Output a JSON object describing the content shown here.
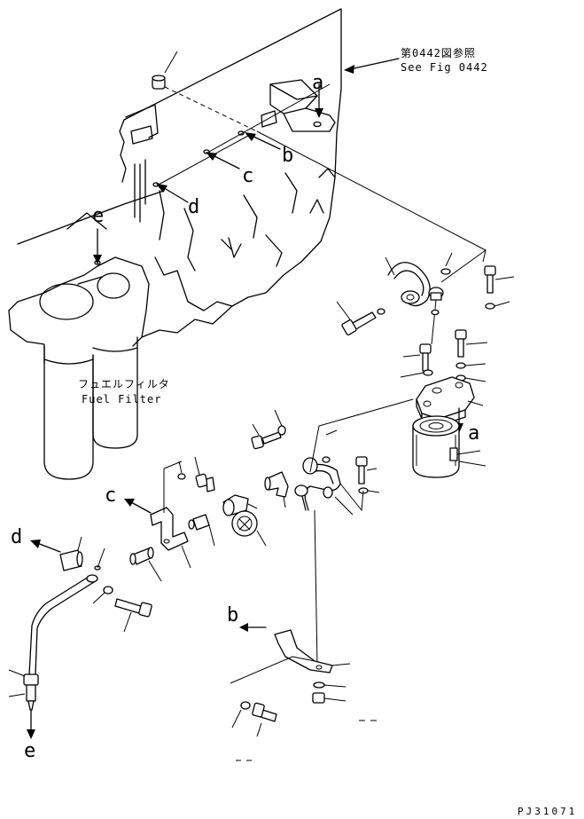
{
  "references": {
    "line1": "第0442図参照",
    "line2": "See Fig 0442"
  },
  "filter_label": {
    "jp": "フュエルフィルタ",
    "en": "Fuel Filter"
  },
  "callouts": {
    "a_top": "a",
    "a_filter": "a",
    "b_top": "b",
    "b_bracket": "b",
    "c_top": "c",
    "c_bracket": "c",
    "d_top": "d",
    "d_spacer": "d",
    "e_top": "e",
    "e_bottom": "e"
  },
  "drawing_code": "PJ31071"
}
